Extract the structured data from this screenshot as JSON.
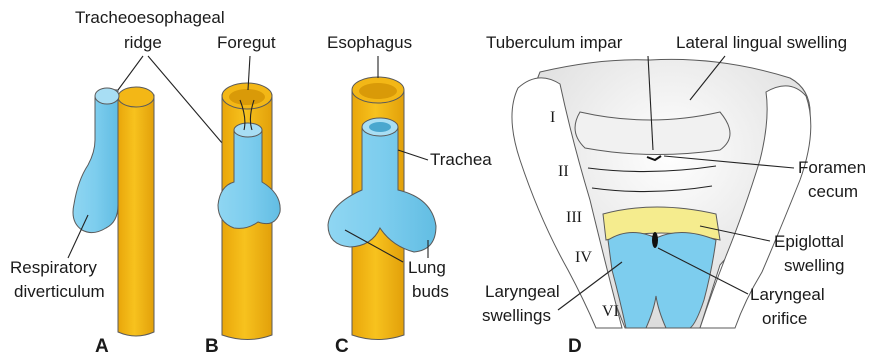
{
  "colors": {
    "esophagus": "#f3b716",
    "respiratory": "#7dcdee",
    "epiglottal": "#f5ec8e",
    "tongue": "#f4f4f4",
    "outline": "#5a5a5a"
  },
  "panels": {
    "A": {
      "letter": "A",
      "labels": {
        "tracheoesophageal_line1": "Tracheoesophageal",
        "tracheoesophageal_line2": "ridge",
        "respiratory_line1": "Respiratory",
        "respiratory_line2": "diverticulum"
      }
    },
    "B": {
      "letter": "B",
      "labels": {
        "foregut": "Foregut"
      }
    },
    "C": {
      "letter": "C",
      "labels": {
        "esophagus": "Esophagus",
        "trachea": "Trachea",
        "lung_line1": "Lung",
        "lung_line2": "buds"
      }
    },
    "D": {
      "letter": "D",
      "labels": {
        "tuberculum": "Tuberculum impar",
        "lateral_lingual": "Lateral lingual swelling",
        "foramen_line1": "Foramen",
        "foramen_line2": "cecum",
        "epiglottal_line1": "Epiglottal",
        "epiglottal_line2": "swelling",
        "laryngeal_orifice_line1": "Laryngeal",
        "laryngeal_orifice_line2": "orifice",
        "laryngeal_swellings_line1": "Laryngeal",
        "laryngeal_swellings_line2": "swellings"
      },
      "arches": [
        "I",
        "II",
        "III",
        "IV",
        "VI"
      ]
    }
  }
}
